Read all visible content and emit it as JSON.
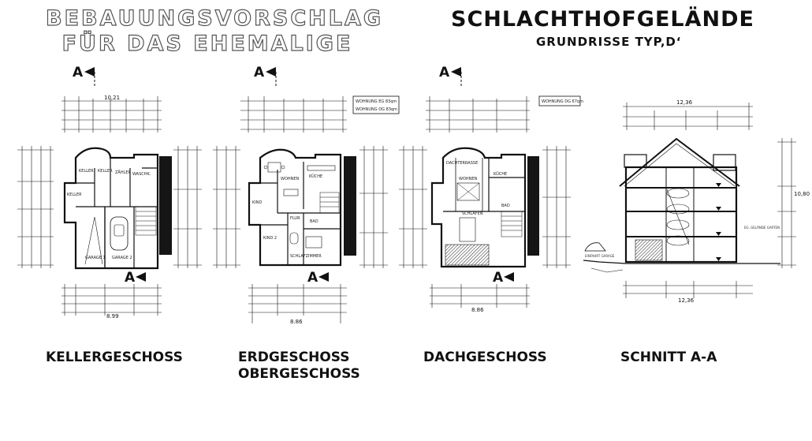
{
  "header": {
    "title_line1": "BEBAUUNGSVORSCHLAG",
    "title_line2": "FÜR DAS EHEMALIGE",
    "title_main": "SCHLACHTHOFGELÄNDE",
    "subtitle": "GRUNDRISSE TYP‚D‘"
  },
  "captions": {
    "keller": "KELLERGESCHOSS",
    "erd_line1": "ERDGESCHOSS",
    "erd_line2": "OBERGESCHOSS",
    "dach": "DACHGESCHOSS",
    "schnitt": "SCHNITT A-A"
  },
  "section_marker": "A",
  "plans": {
    "keller": {
      "rooms": [
        "KELLER",
        "KELLER",
        "ZÄHLER",
        "WASCHK.",
        "KELLER",
        "GARAGE 1",
        "GARAGE 2"
      ],
      "total_width": "8.99",
      "top_dim": "10,21"
    },
    "erd": {
      "info_box": [
        "WOHNUNG EG 83qm",
        "WOHNUNG OG 83qm"
      ],
      "rooms": [
        "WOHNEN",
        "KIND",
        "KÜCHE",
        "FLUR",
        "BAD",
        "KIND 2",
        "SCHLAFZIMMER"
      ],
      "total_width": "8.86"
    },
    "dach": {
      "info_box": [
        "WOHNUNG DG 67qm"
      ],
      "rooms": [
        "DACHTERRASSE",
        "WOHNEN",
        "SCHLAFEN",
        "KÜCHE",
        "BAD"
      ],
      "total_width": "8.86"
    },
    "schnitt": {
      "top_dim": "12,36",
      "bottom_dim": "12,36",
      "height_dim": "10,80",
      "labels": [
        "EINFAHRT GARAGE",
        "EG. GELÄNDE GARTEN"
      ]
    }
  }
}
